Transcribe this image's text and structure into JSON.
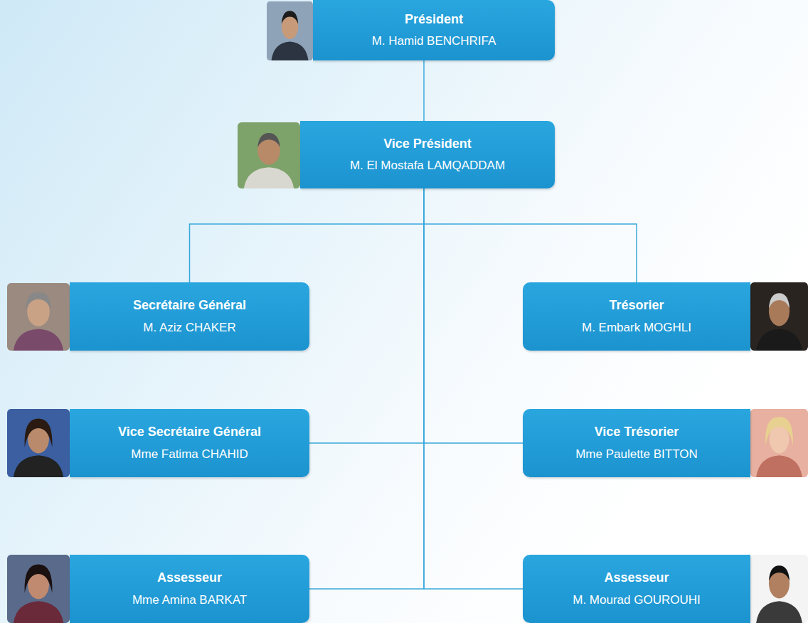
{
  "diagram": {
    "nodes": [
      {
        "text": [
          "Président",
          "M. Hamid BENCHRIFA"
        ]
      },
      {
        "text": [
          "Vice Président",
          "M. El Mostafa LAMQADDAM"
        ]
      },
      {
        "text": [
          "Secrétaire Général",
          "M. Aziz CHAKER"
        ]
      },
      {
        "text": [
          "Trésorier",
          "M. Embark MOGHLI"
        ]
      },
      {
        "text": [
          "Vice Secrétaire Général",
          "Mme Fatima CHAHID"
        ]
      },
      {
        "text": [
          "Vice Trésorier",
          "Mme Paulette BITTON"
        ]
      },
      {
        "text": [
          "Assesseur",
          "Mme Amina BARKAT"
        ]
      },
      {
        "text": [
          "Assesseur",
          "M. Mourad GOUROUHI"
        ]
      }
    ],
    "edges": [
      {
        "from": 0,
        "to": 1,
        "arrow": "none"
      },
      {
        "from": 1,
        "to": 2,
        "arrow": "none"
      },
      {
        "from": 1,
        "to": 3,
        "arrow": "none"
      },
      {
        "from": 1,
        "to": 4,
        "arrow": "none"
      },
      {
        "from": 1,
        "to": 5,
        "arrow": "none"
      },
      {
        "from": 1,
        "to": 6,
        "arrow": "none"
      },
      {
        "from": 1,
        "to": 7,
        "arrow": "none"
      }
    ]
  }
}
